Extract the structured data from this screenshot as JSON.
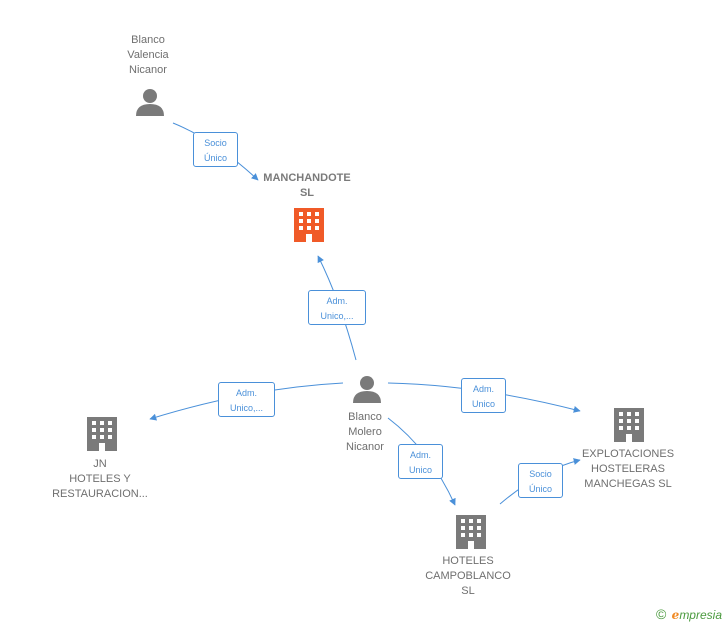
{
  "nodes": {
    "blanco_valencia": {
      "label": "Blanco\nValencia\nNicanor",
      "icon": "person-icon"
    },
    "manchandote": {
      "label": "MANCHANDOTE\nSL",
      "icon": "building-icon",
      "color": "#f05a28"
    },
    "blanco_molero": {
      "label": "Blanco\nMolero\nNicanor",
      "icon": "person-icon"
    },
    "jn_hoteles": {
      "label": "JN\nHOTELES Y\nRESTAURACION...",
      "icon": "building-icon"
    },
    "explotaciones": {
      "label": "EXPLOTACIONES\nHOSTELERAS\nMANCHEGAS SL",
      "icon": "building-icon"
    },
    "hoteles_campoblanco": {
      "label": "HOTELES\nCAMPOBLANCO\nSL",
      "icon": "building-icon"
    }
  },
  "edges": {
    "valencia_to_manchandote": "Socio\nÚnico",
    "molero_to_manchandote": "Adm.\nUnico,...",
    "molero_to_jn": "Adm.\nUnico,...",
    "molero_to_explotaciones": "Adm.\nUnico",
    "molero_to_campoblanco": "Adm.\nUnico",
    "campoblanco_to_explotaciones": "Socio\nÚnico"
  },
  "colors": {
    "edge": "#4a90d9",
    "node": "#7a7a7a",
    "highlight": "#f05a28"
  },
  "brand": {
    "copyright": "©",
    "e": "e",
    "rest": "mpresia"
  }
}
